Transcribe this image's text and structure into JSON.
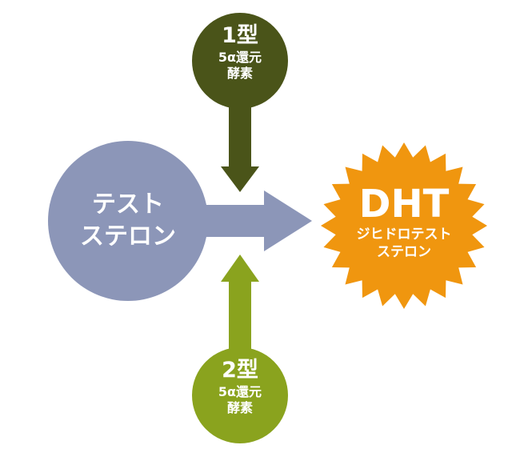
{
  "source_circle": {
    "lines": [
      "テスト",
      "ステロン"
    ],
    "color": "#8c96b8"
  },
  "product": {
    "title": "DHT",
    "lines": [
      "ジヒドロテスト",
      "ステロン"
    ],
    "color": "#f0960f"
  },
  "enzyme_type1": {
    "title": "1型",
    "lines": [
      "5α還元",
      "酵素"
    ],
    "color": "#4a5419"
  },
  "enzyme_type2": {
    "title": "2型",
    "lines": [
      "5α還元",
      "酵素"
    ],
    "color": "#8aa31e"
  },
  "arrow_color": "#8c96b8"
}
